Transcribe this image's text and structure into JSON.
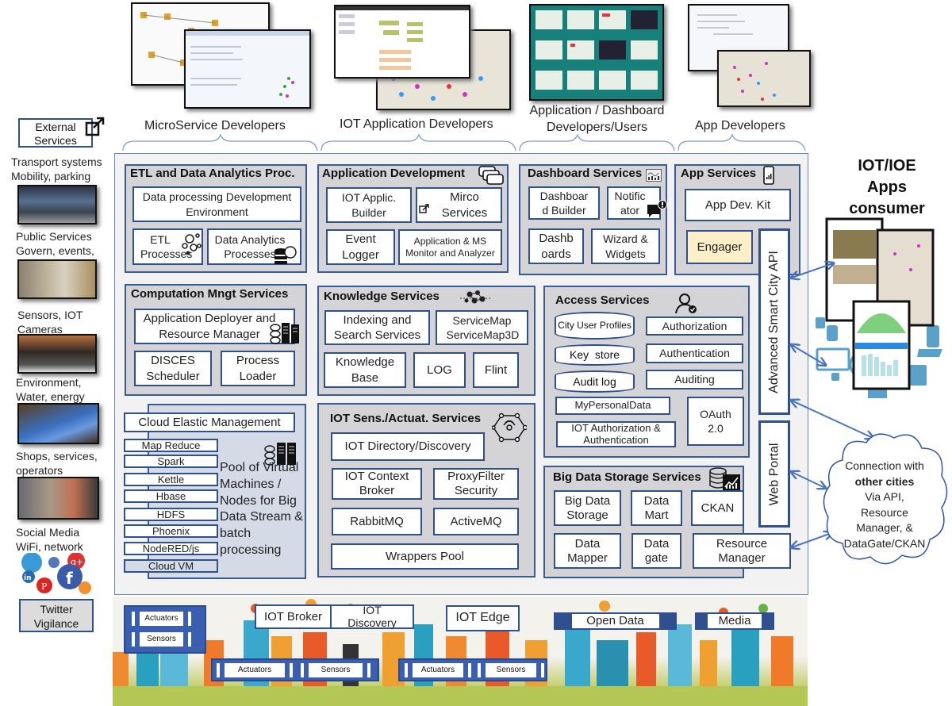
{
  "audiences": [
    {
      "label": "MicroService Developers"
    },
    {
      "label": "IOT Application Developers"
    },
    {
      "label": "Application / Dashboard Developers/Users"
    },
    {
      "label": "App Developers"
    }
  ],
  "external": {
    "title": "External Services",
    "sources": [
      {
        "label": "Transport systems Mobility, parking"
      },
      {
        "label": "Public Services Govern, events,"
      },
      {
        "label": "Sensors, IOT Cameras"
      },
      {
        "label": "Environment, Water, energy"
      },
      {
        "label": "Shops, services, operators"
      },
      {
        "label": "Social Media WiFi, network"
      }
    ],
    "twitter": "Twitter Vigilance"
  },
  "panels": {
    "etl": {
      "title": "ETL and Data Analytics Proc.",
      "items": [
        "Data processing Development Environment",
        "ETL Processes",
        "Data Analytics Processes"
      ]
    },
    "appdev": {
      "title": "Application Development",
      "items": [
        "IOT Applic. Builder",
        "Mirco Services",
        "Event Logger",
        "Application & MS Monitor and Analyzer"
      ]
    },
    "dashboard": {
      "title": "Dashboard Services",
      "items": [
        "Dashboar d Builder",
        "Notific ator",
        "Dashb oards",
        "Wizard & Widgets"
      ]
    },
    "appservices": {
      "title": "App Services",
      "items": [
        "App Dev. Kit",
        "Engager"
      ]
    },
    "computation": {
      "title": "Computation Mngt Services",
      "items": [
        "Application Deployer and Resource Manager",
        "DISCES Scheduler",
        "Process Loader"
      ]
    },
    "knowledge": {
      "title": "Knowledge Services",
      "items": [
        "Indexing and Search Services",
        "ServiceMap ServiceMap3D",
        "Knowledge Base",
        "LOG",
        "Flint"
      ]
    },
    "access": {
      "title": "Access Services",
      "stores": [
        "City User Profiles",
        "Key  store",
        "Audit log"
      ],
      "items": [
        "Authorization",
        "Authentication",
        "Auditing",
        "MyPersonalData",
        "OAuth 2.0",
        "IOT Authorization & Authentication"
      ]
    },
    "cloud": {
      "title": "Cloud Elastic Management",
      "tools": [
        "Map Reduce",
        "Spark",
        "Kettle",
        "Hbase",
        "HDFS",
        "Phoenix",
        "NodeRED/js",
        "Cloud VM"
      ],
      "pool": "Pool of Virtual Machines / Nodes for Big Data Stream & batch processing"
    },
    "iot": {
      "title": "IOT Sens./Actuat. Services",
      "items": [
        "IOT Directory/Discovery",
        "IOT Context Broker",
        "ProxyFilter Security",
        "RabbitMQ",
        "ActiveMQ",
        "Wrappers Pool"
      ]
    },
    "bigdata": {
      "title": "Big Data Storage Services",
      "items": [
        "Big Data Storage",
        "Data Mart",
        "CKAN",
        "Data Mapper",
        "Data gate",
        "Resource Manager"
      ]
    }
  },
  "api": {
    "label": "Advanced Smart City API"
  },
  "portal": {
    "label": "Web Portal"
  },
  "consumer": {
    "title": "IOT/IOE Apps consumer"
  },
  "cloud_bubble": {
    "line1": "Connection with",
    "line2": "other cities",
    "line3": "Via API, Resource Manager, & DataGate/CKAN"
  },
  "field": {
    "actuators": "Actuators",
    "sensors": "Sensors",
    "iot_broker": "IOT Broker",
    "iot_discovery": "IOT Discovery",
    "iot_edge": "IOT Edge",
    "open_data": "Open Data",
    "media": "Media"
  },
  "colors": {
    "panel_border": "#3b5a9a",
    "panel_fill": "#d4d4d6",
    "engager": "#fdf0c8",
    "arrow": "#4a72c4"
  }
}
